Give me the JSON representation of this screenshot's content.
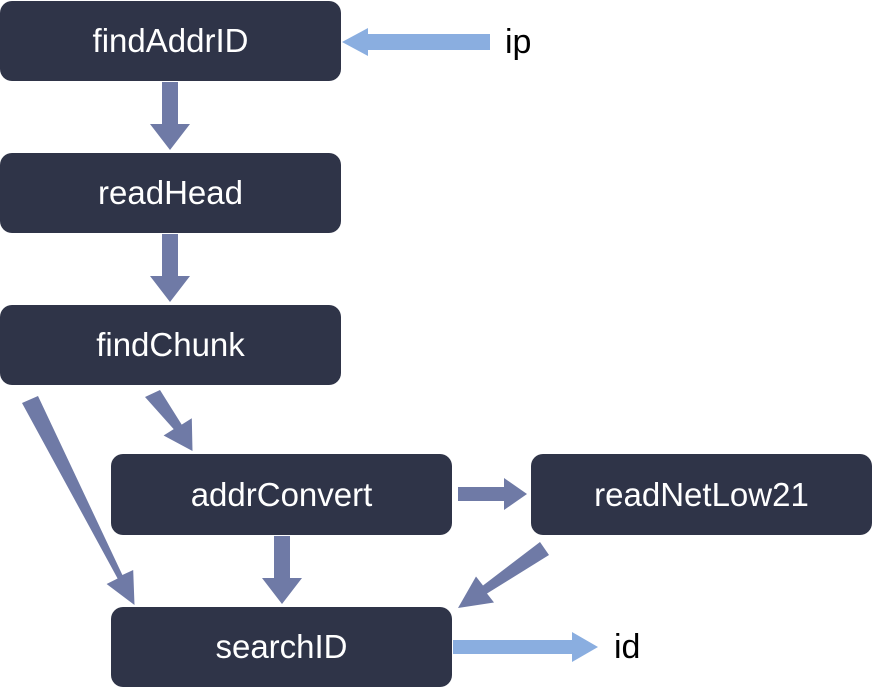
{
  "nodes": {
    "findAddrID": "findAddrID",
    "readHead": "readHead",
    "findChunk": "findChunk",
    "addrConvert": "addrConvert",
    "readNetLow21": "readNetLow21",
    "searchID": "searchID"
  },
  "inputs": {
    "ip": "ip"
  },
  "outputs": {
    "id": "id"
  },
  "colors": {
    "node_fill": "#2f3448",
    "node_text": "#ffffff",
    "internal_arrow": "#6f7aa6",
    "io_arrow": "#8aaee0"
  }
}
